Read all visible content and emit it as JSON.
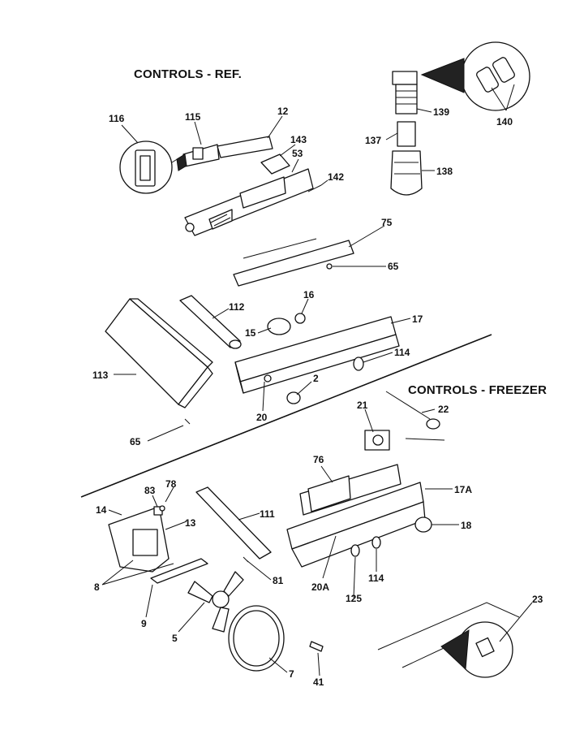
{
  "sections": {
    "ref_title": "CONTROLS - REF.",
    "freezer_title": "CONTROLS - FREEZER"
  },
  "callouts": {
    "c116": "116",
    "c115": "115",
    "c12": "12",
    "c143": "143",
    "c53": "53",
    "c142": "142",
    "c139": "139",
    "c140": "140",
    "c137": "137",
    "c138": "138",
    "c75": "75",
    "c65a": "65",
    "c16": "16",
    "c112": "112",
    "c15": "15",
    "c17": "17",
    "c114a": "114",
    "c113": "113",
    "c2": "2",
    "c20": "20",
    "c65b": "65",
    "c22": "22",
    "c21": "21",
    "c76": "76",
    "c17A": "17A",
    "c83": "83",
    "c78": "78",
    "c14": "14",
    "c13": "13",
    "c111": "111",
    "c18": "18",
    "c8": "8",
    "c81": "81",
    "c20A": "20A",
    "c114b": "114",
    "c125": "125",
    "c9": "9",
    "c5": "5",
    "c23": "23",
    "c7": "7",
    "c41": "41"
  }
}
